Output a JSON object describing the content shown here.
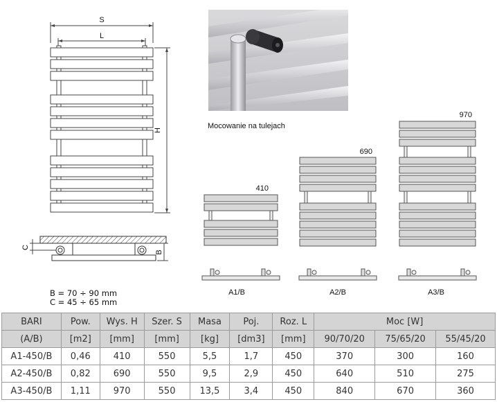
{
  "drawing": {
    "dim_s": "S",
    "dim_l": "L",
    "dim_h": "H",
    "dim_c": "C",
    "dim_b": "B",
    "note_b": "B = 70 ÷ 90 mm",
    "note_c": "C = 45 ÷ 65 mm"
  },
  "photo": {
    "caption": "Mocowanie na tulejach"
  },
  "variants": [
    {
      "height_label": "410",
      "model_label": "A1/B"
    },
    {
      "height_label": "690",
      "model_label": "A2/B"
    },
    {
      "height_label": "970",
      "model_label": "A3/B"
    }
  ],
  "table": {
    "header_row1": [
      "BARI",
      "Pow.",
      "Wys. H",
      "Szer. S",
      "Masa",
      "Poj.",
      "Roz. L",
      "Moc [W]"
    ],
    "header_row2": [
      "(A/B)",
      "[m2]",
      "[mm]",
      "[mm]",
      "[kg]",
      "[dm3]",
      "[mm]",
      "90/70/20",
      "75/65/20",
      "55/45/20"
    ],
    "rows": [
      [
        "A1-450/B",
        "0,46",
        "410",
        "550",
        "5,5",
        "1,7",
        "450",
        "370",
        "300",
        "160"
      ],
      [
        "A2-450/B",
        "0,82",
        "690",
        "550",
        "9,5",
        "2,9",
        "450",
        "640",
        "510",
        "275"
      ],
      [
        "A3-450/B",
        "1,11",
        "970",
        "550",
        "13,5",
        "3,4",
        "450",
        "840",
        "670",
        "360"
      ]
    ]
  }
}
